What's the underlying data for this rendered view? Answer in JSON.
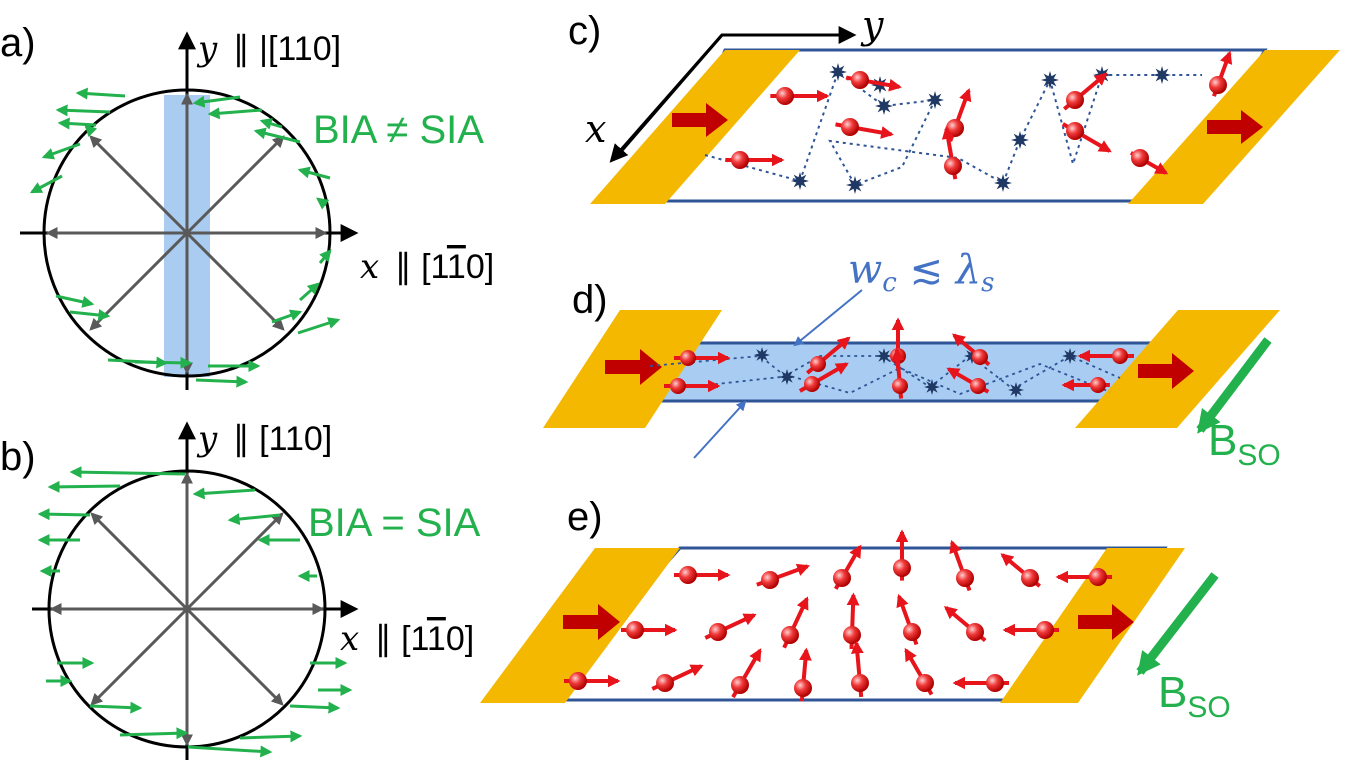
{
  "panels": {
    "a": {
      "label": "a)",
      "y_axis": {
        "var": "y",
        "rel": "∥ |[110]"
      },
      "x_axis": {
        "var": "x",
        "rel": "∥ [1",
        "overbar": "1",
        "tail": "0]"
      },
      "condition": "BIA ≠ SIA"
    },
    "b": {
      "label": "b)",
      "y_axis": {
        "var": "y",
        "rel": "∥ [110]"
      },
      "x_axis": {
        "var": "x",
        "rel": "∥ [1",
        "overbar": "1",
        "tail": "0]"
      },
      "condition": "BIA = SIA"
    },
    "c": {
      "label": "c)",
      "x_axis": "x",
      "y_axis": "y"
    },
    "d": {
      "label": "d)",
      "width_var": "w",
      "width_sub": "c",
      "relation": " ≲ ",
      "length_var": "λ",
      "length_sub": "s",
      "field": "B",
      "field_sub": "SO"
    },
    "e": {
      "label": "e)",
      "field": "B",
      "field_sub": "SO"
    }
  },
  "colors": {
    "spin": "#e8141c",
    "orbit_arrow": "#22b14c",
    "contact": "#f5b800",
    "channel_border": "#2f5597",
    "impurity": "#1f3864",
    "narrow_channel": "#a9cdf2",
    "momentum_arrow": "#595959",
    "stripe": "#9cc3ee"
  },
  "icons": [
    "current-arrow-icon",
    "impurity-star-icon",
    "spin-electron-icon"
  ]
}
